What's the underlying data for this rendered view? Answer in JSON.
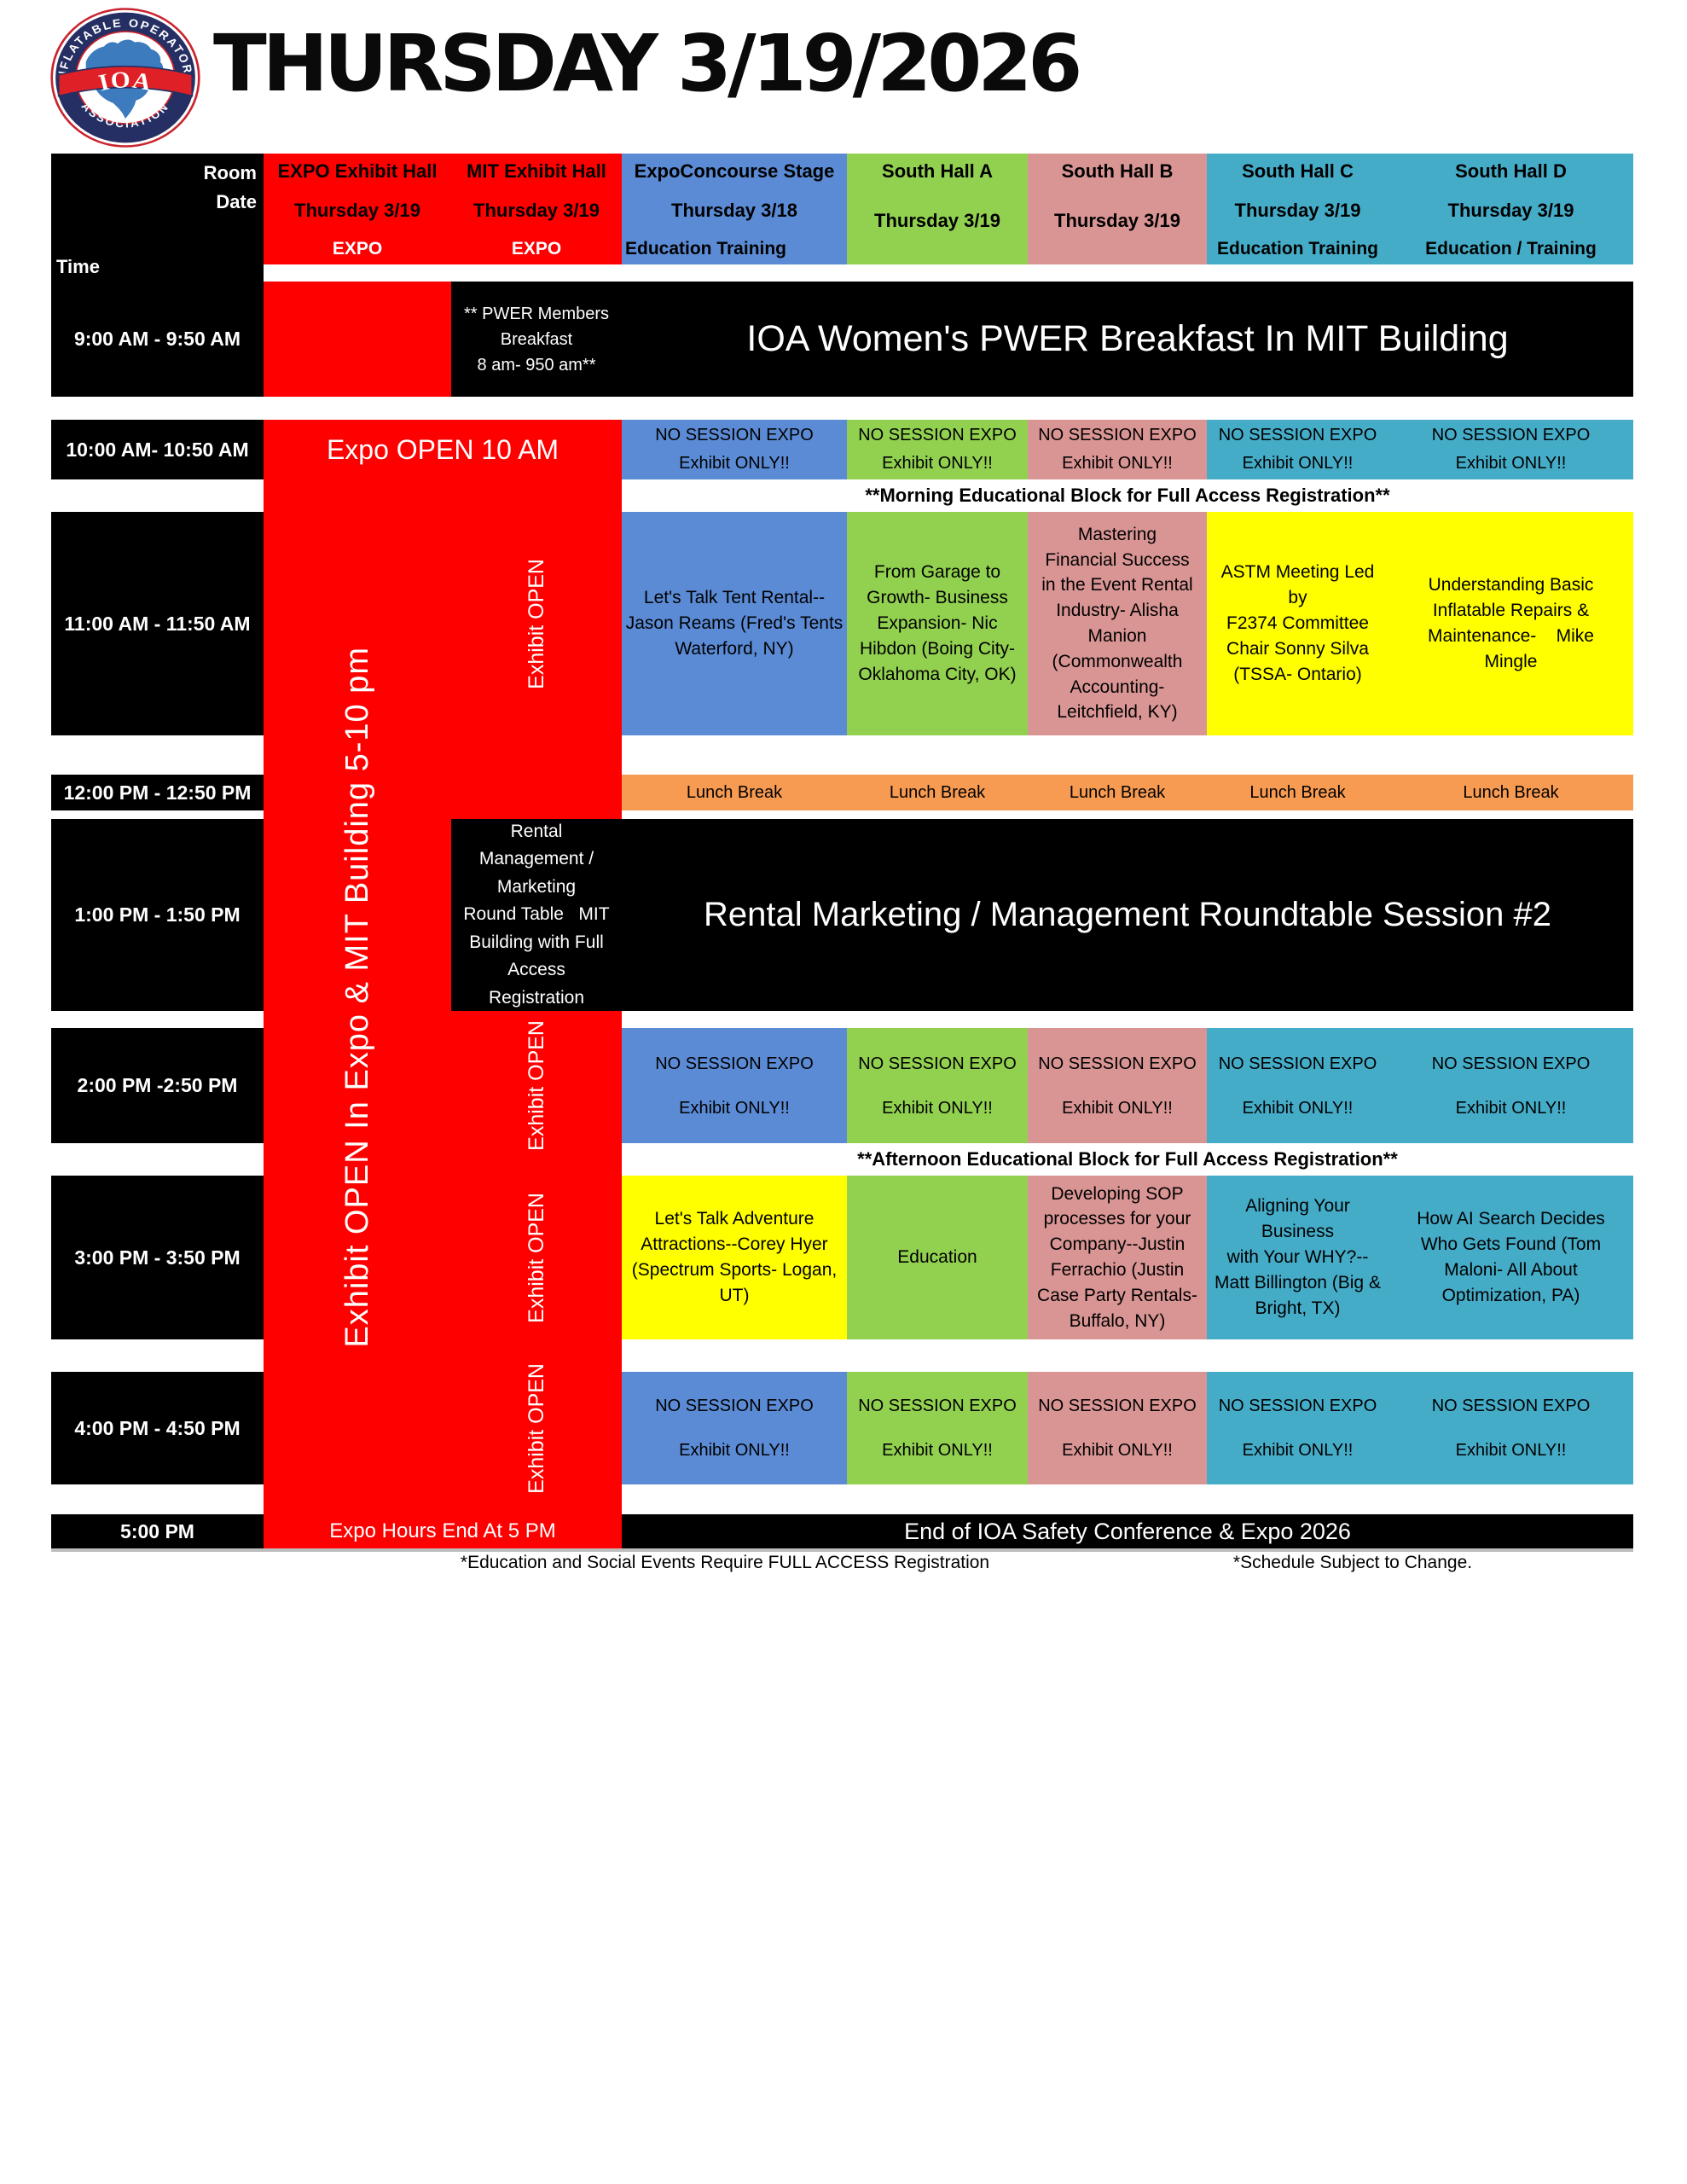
{
  "title": "THURSDAY 3/19/2026",
  "logo": {
    "arc_top": "INFLATABLE OPERATORS",
    "arc_bottom": "ASSOCIATION",
    "badge": "IOA"
  },
  "corner": {
    "room": "Room",
    "date": "Date",
    "time": "Time"
  },
  "columns": [
    {
      "key": "expo",
      "title": "EXPO Exhibit Hall",
      "date": "Thursday 3/19",
      "subtitle": "EXPO"
    },
    {
      "key": "mit",
      "title": "MIT Exhibit Hall",
      "date": "Thursday 3/19",
      "subtitle": "EXPO"
    },
    {
      "key": "concourse",
      "title": "ExpoConcourse Stage",
      "date": "Thursday 3/18",
      "subtitle": "Education Training"
    },
    {
      "key": "hall_a",
      "title": "South Hall A",
      "date": "Thursday 3/19",
      "subtitle": ""
    },
    {
      "key": "hall_b",
      "title": "South Hall B",
      "date": "Thursday 3/19",
      "subtitle": ""
    },
    {
      "key": "hall_c",
      "title": "South Hall C",
      "date": "Thursday 3/19",
      "subtitle": "Education Training"
    },
    {
      "key": "hall_d",
      "title": "South Hall D",
      "date": "Thursday 3/19",
      "subtitle": "Education / Training"
    }
  ],
  "times": {
    "t9": "9:00 AM - 9:50 AM",
    "t10": "10:00 AM- 10:50 AM",
    "t11": "11:00 AM - 11:50 AM",
    "t12": "12:00 PM - 12:50 PM",
    "t13": "1:00 PM - 1:50 PM",
    "t14": "2:00 PM -2:50 PM",
    "t15": "3:00 PM - 3:50 PM",
    "t16": "4:00 PM - 4:50 PM",
    "t17": "5:00 PM"
  },
  "labels": {
    "no_session": "NO SESSION EXPO\nExhibit ONLY!!",
    "lunch": "Lunch Break",
    "expo_open": "Expo OPEN 10 AM",
    "exhibit_open_long": "Exhibit OPEN In Expo & MIT Building 5-10 pm",
    "exhibit_open": "Exhibit OPEN",
    "expo_hours_end": "Expo Hours End At 5 PM",
    "morning_block": "**Morning Educational Block for Full Access Registration**",
    "afternoon_block": "**Afternoon Educational Block for Full Access Registration**"
  },
  "events": {
    "pwer_note": "** PWER Members\nBreakfast\n8 am- 950 am**",
    "pwer_banner": "IOA Women's PWER Breakfast In MIT Building",
    "tent_rental": "Let's Talk Tent Rental--\nJason Reams (Fred's Tents\nWaterford, NY)",
    "garage_growth": "From Garage to\nGrowth- Business\nExpansion- Nic\nHibdon (Boing City-\nOklahoma City, OK)",
    "financial_success": "Mastering\nFinancial Success\nin the Event Rental\nIndustry- Alisha\nManion\n(Commonwealth\nAccounting-\nLeitchfield, KY)",
    "astm_meeting": "ASTM Meeting Led by\nF2374 Committee\nChair Sonny Silva\n(TSSA- Ontario)",
    "repairs": "Understanding Basic\nInflatable Repairs &\nMaintenance-    Mike\nMingle",
    "rental_roundtable_note": "Rental\nManagement /\nMarketing\nRound Table   MIT\nBuilding with Full\nAccess\nRegistration",
    "rental_roundtable_banner": "Rental Marketing / Management Roundtable Session #2",
    "adventure": "Let's Talk Adventure\nAttractions--Corey Hyer\n(Spectrum Sports- Logan,\nUT)",
    "education": "Education",
    "sop": "Developing SOP\nprocesses for your\nCompany--Justin\nFerrachio (Justin\nCase Party Rentals-\nBuffalo, NY)",
    "why": "Aligning Your Business\nwith Your WHY?--\nMatt Billington (Big &\nBright, TX)",
    "ai_search": "How AI Search Decides\nWho Gets Found (Tom\nMaloni- All About\nOptimization, PA)",
    "end_banner": "End of IOA Safety Conference & Expo 2026"
  },
  "footnotes": {
    "left": "*Education and Social Events Require FULL ACCESS Registration",
    "right": "*Schedule Subject to Change."
  },
  "colors": {
    "red": "#FE0000",
    "blue": "#5B8BD5",
    "green": "#92D050",
    "pink": "#D99594",
    "teal": "#45ACC8",
    "yellow": "#FFFF00",
    "orange": "#F79B52"
  }
}
